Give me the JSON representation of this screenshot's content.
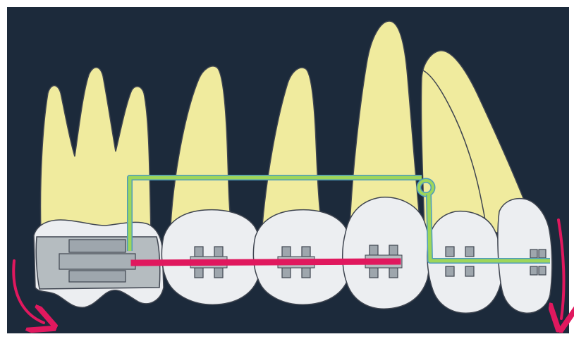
{
  "diagram": {
    "background_color": "#1c2a3b",
    "frame_color": "#ffffff",
    "root_color": "#f0eb9e",
    "crown_color": "#eceef1",
    "outline_color": "#3f4550",
    "band_color": "#b5bcc0",
    "bracket_color": "#9ea6ad",
    "archwire_color": "#9ed65a",
    "archwire_edge_color": "#4c9bbd",
    "elastic_chain_color": "#e0185e",
    "arrow_color": "#e0185e",
    "icons": [
      "molar-band",
      "bracket",
      "archwire-loop",
      "rotation-arrow",
      "intrusion-arrow"
    ]
  }
}
